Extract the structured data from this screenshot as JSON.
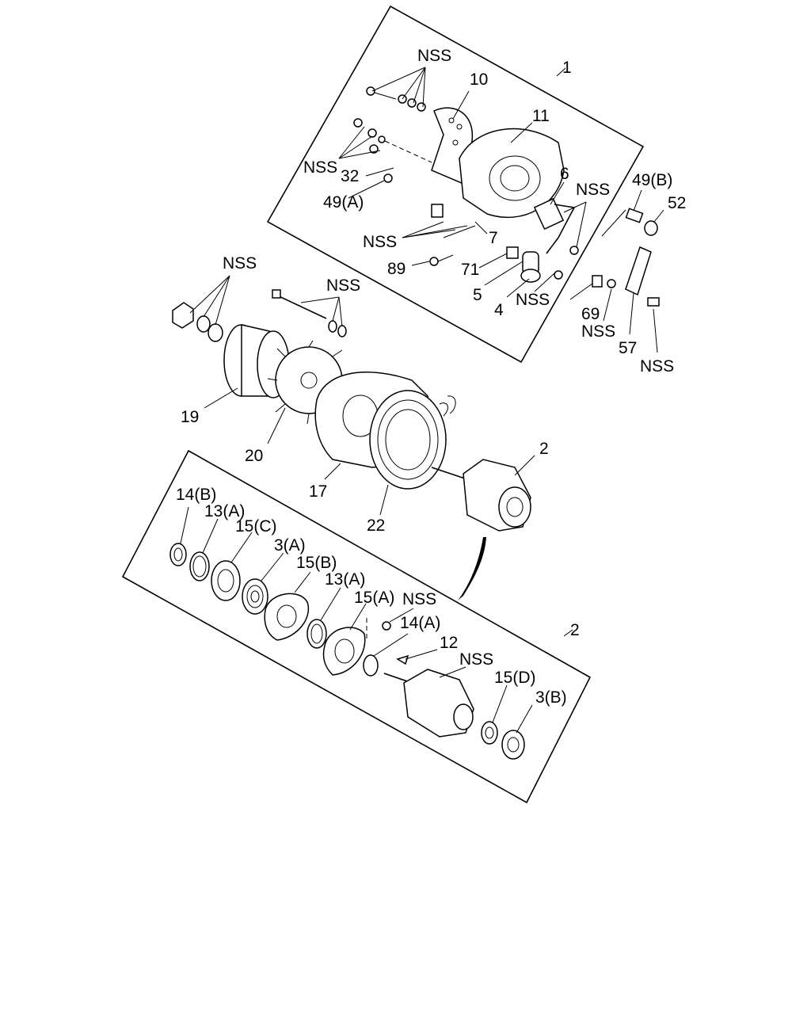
{
  "labels": {
    "l1": "1",
    "l2": "2",
    "l2b": "2",
    "l3a": "3(A)",
    "l3b": "3(B)",
    "l4": "4",
    "l5": "5",
    "l6": "6",
    "l7": "7",
    "l10": "10",
    "l11": "11",
    "l12": "12",
    "l13a_1": "13(A)",
    "l13a_2": "13(A)",
    "l14a": "14(A)",
    "l14b": "14(B)",
    "l15a": "15(A)",
    "l15b": "15(B)",
    "l15c": "15(C)",
    "l15d": "15(D)",
    "l17": "17",
    "l19": "19",
    "l20": "20",
    "l22": "22",
    "l32": "32",
    "l49a": "49(A)",
    "l49b": "49(B)",
    "l52": "52",
    "l57": "57",
    "l69": "69",
    "l71": "71",
    "l89": "89",
    "nss_top": "NSS",
    "nss_left": "NSS",
    "nss_6": "NSS",
    "nss_brush": "NSS",
    "nss_4": "NSS",
    "nss_69": "NSS",
    "nss_57": "NSS",
    "nss_pulley": "NSS",
    "nss_bolt": "NSS",
    "nss_15a": "NSS",
    "nss_rotor": "NSS"
  }
}
